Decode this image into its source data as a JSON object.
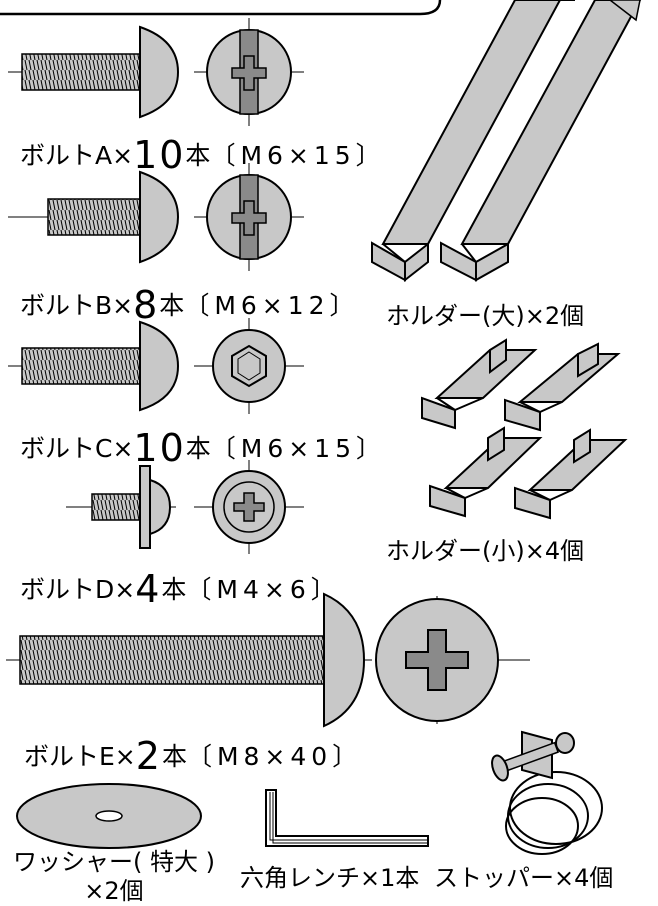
{
  "bolts": [
    {
      "name": "ボルトA",
      "times": "×",
      "qty": "10",
      "unit": "本",
      "spec": "〔M6×15〕"
    },
    {
      "name": "ボルトB",
      "times": "×",
      "qty": "8",
      "unit": "本",
      "spec": "〔M6×12〕"
    },
    {
      "name": "ボルトC",
      "times": "×",
      "qty": "10",
      "unit": "本",
      "spec": "〔M6×15〕"
    },
    {
      "name": "ボルトD",
      "times": "×",
      "qty": "4",
      "unit": "本",
      "spec": "〔M4×6〕"
    },
    {
      "name": "ボルトE",
      "times": "×",
      "qty": "2",
      "unit": "本",
      "spec": "〔M8×40〕"
    }
  ],
  "parts": {
    "holder_large": "ホルダー(大)×2個",
    "holder_small": "ホルダー(小)×4個",
    "washer_line1": "ワッシャー( 特大 )",
    "washer_line2": "×2個",
    "hex_wrench": "六角レンチ×1本",
    "stopper": "ストッパー×4個"
  },
  "colors": {
    "fill": "#c8c8c8",
    "dark": "#8a8a8a",
    "line": "#000000"
  }
}
